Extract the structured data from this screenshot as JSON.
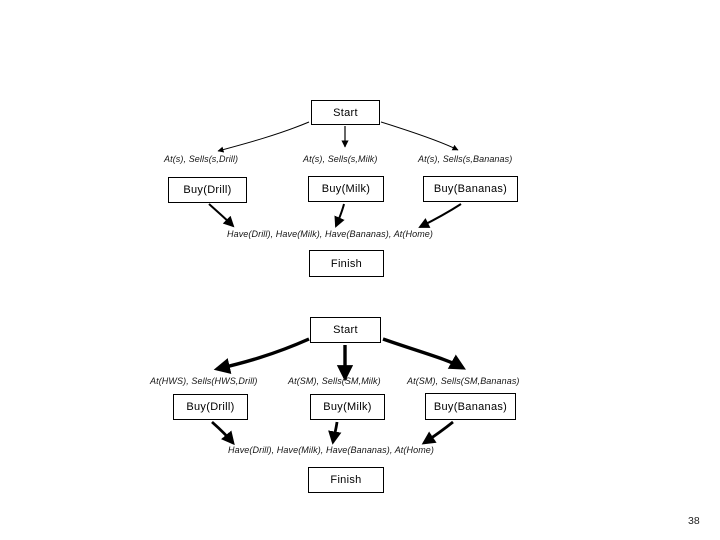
{
  "page_number": "38",
  "top_plan": {
    "start_label": "Start",
    "finish_label": "Finish",
    "action_preconditions": [
      "At(s), Sells(s,Drill)",
      "At(s), Sells(s,Milk)",
      "At(s), Sells(s,Bananas)"
    ],
    "action_labels": [
      "Buy(Drill)",
      "Buy(Milk)",
      "Buy(Bananas)"
    ],
    "finish_precondition": "Have(Drill), Have(Milk), Have(Bananas), At(Home)"
  },
  "bottom_plan": {
    "start_label": "Start",
    "finish_label": "Finish",
    "action_preconditions": [
      "At(HWS), Sells(HWS,Drill)",
      "At(SM), Sells(SM,Milk)",
      "At(SM), Sells(SM,Bananas)"
    ],
    "action_labels": [
      "Buy(Drill)",
      "Buy(Milk)",
      "Buy(Bananas)"
    ],
    "finish_precondition": "Have(Drill), Have(Milk), Have(Bananas), At(Home)"
  },
  "colors": {
    "ink": "#000000",
    "background": "#ffffff"
  }
}
